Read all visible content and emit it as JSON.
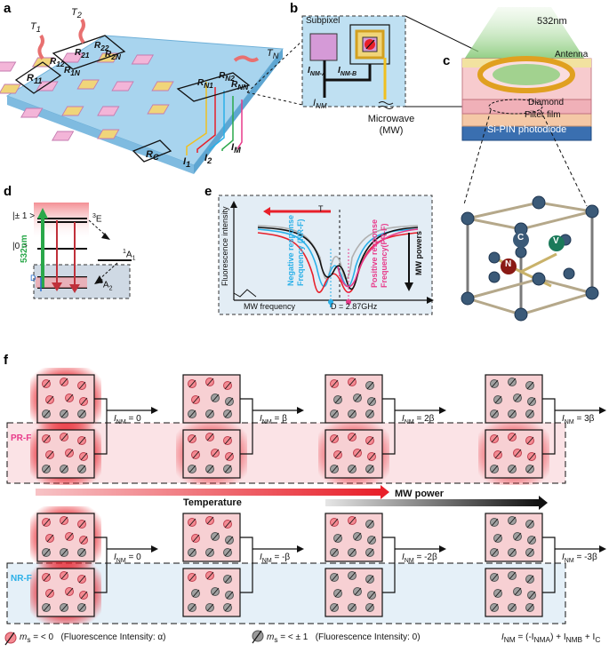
{
  "panels": [
    "a",
    "b",
    "c",
    "d",
    "e",
    "f"
  ],
  "panel_a": {
    "t1": "T",
    "t1_sub": "1",
    "t2": "T",
    "t2_sub": "2",
    "tn": "T",
    "tn_sub": "N",
    "r11": "R",
    "r11_sub": "11",
    "r12": "R",
    "r12_sub": "12",
    "r1n": "R",
    "r1n_sub": "1N",
    "r21": "R",
    "r21_sub": "21",
    "r22": "R",
    "r22_sub": "22",
    "r2n": "R",
    "r2n_sub": "2N",
    "rn1": "R",
    "rn1_sub": "N1",
    "rn2": "R",
    "rn2_sub": "N2",
    "rnn": "R",
    "rnn_sub": "NN",
    "rc": "R",
    "rc_sub": "C",
    "i1": "I",
    "i1_sub": "1",
    "i2": "I",
    "i2_sub": "2",
    "im": "I",
    "im_sub": "M"
  },
  "panel_b": {
    "subpixel": "Subpixel",
    "inma": "I",
    "inma_sub": "NM-A",
    "inmb": "I",
    "inmb_sub": "NM-B",
    "inm": "I",
    "inm_sub": "NM",
    "microwave_line1": "Microwave",
    "microwave_line2": "(MW)"
  },
  "panel_c": {
    "wavelength": "532nm",
    "antenna": "Antenna",
    "diamond": "Diamond",
    "filter": "Filter film",
    "photodiode": "Si-PIN photodiode",
    "atom_c": "C",
    "atom_v": "V",
    "atom_n": "N"
  },
  "panel_d": {
    "pm1": "|± 1 >",
    "zero": "|0 >",
    "e3": "E",
    "e3_sup": "3",
    "a1": "A",
    "a1_sup": "1",
    "a1_sub": "1",
    "a2": "A",
    "a2_sup": "3",
    "a2_sub": "2",
    "green": "532nm",
    "d": "D"
  },
  "panel_e": {
    "ylabel": "Fluorescence intensity",
    "xlabel": "MW frequency",
    "t": "T",
    "d_value": "D = 2.87GHz",
    "nrf_line1": "Negative response",
    "nrf_line2": "Frequency (NR-F)",
    "prf_line1": "Positive response",
    "prf_line2": "Frequency(PR-F)",
    "mw_powers": "MW powers"
  },
  "panel_f": {
    "top_currents": [
      "I",
      "I",
      "I",
      "I"
    ],
    "top_values": [
      "= 0",
      "= β",
      "= 2β",
      "= 3β"
    ],
    "bottom_values": [
      "= 0",
      "= -β",
      "= -2β",
      "= -3β"
    ],
    "nm_sub": "NM",
    "prf": "PR-F",
    "nrf": "NR-F",
    "temperature": "Temperature",
    "mw_power": "MW power",
    "legend1_m": "m",
    "legend1_sub": "s",
    "legend1_eq": "= < 0",
    "legend1_text": "(Fluorescence Intensity: α)",
    "legend2_m": "m",
    "legend2_sub": "s",
    "legend2_eq": "= < ± 1",
    "legend2_text": "(Fluorescence Intensity: 0)",
    "formula_i": "I",
    "formula_sub": "NM",
    "formula_rest": "= (-I",
    "formula_a": "NMA",
    "formula_b": ") + I",
    "formula_bsub": "NMB",
    "formula_c": "+ I",
    "formula_csub": "C"
  },
  "colors": {
    "red": "#e8202a",
    "pink": "#e83a8a",
    "blue": "#2ab0e8",
    "green": "#2aa84a",
    "prf_bg": "#fbe3e6",
    "nrf_bg": "#e5f0f8"
  }
}
